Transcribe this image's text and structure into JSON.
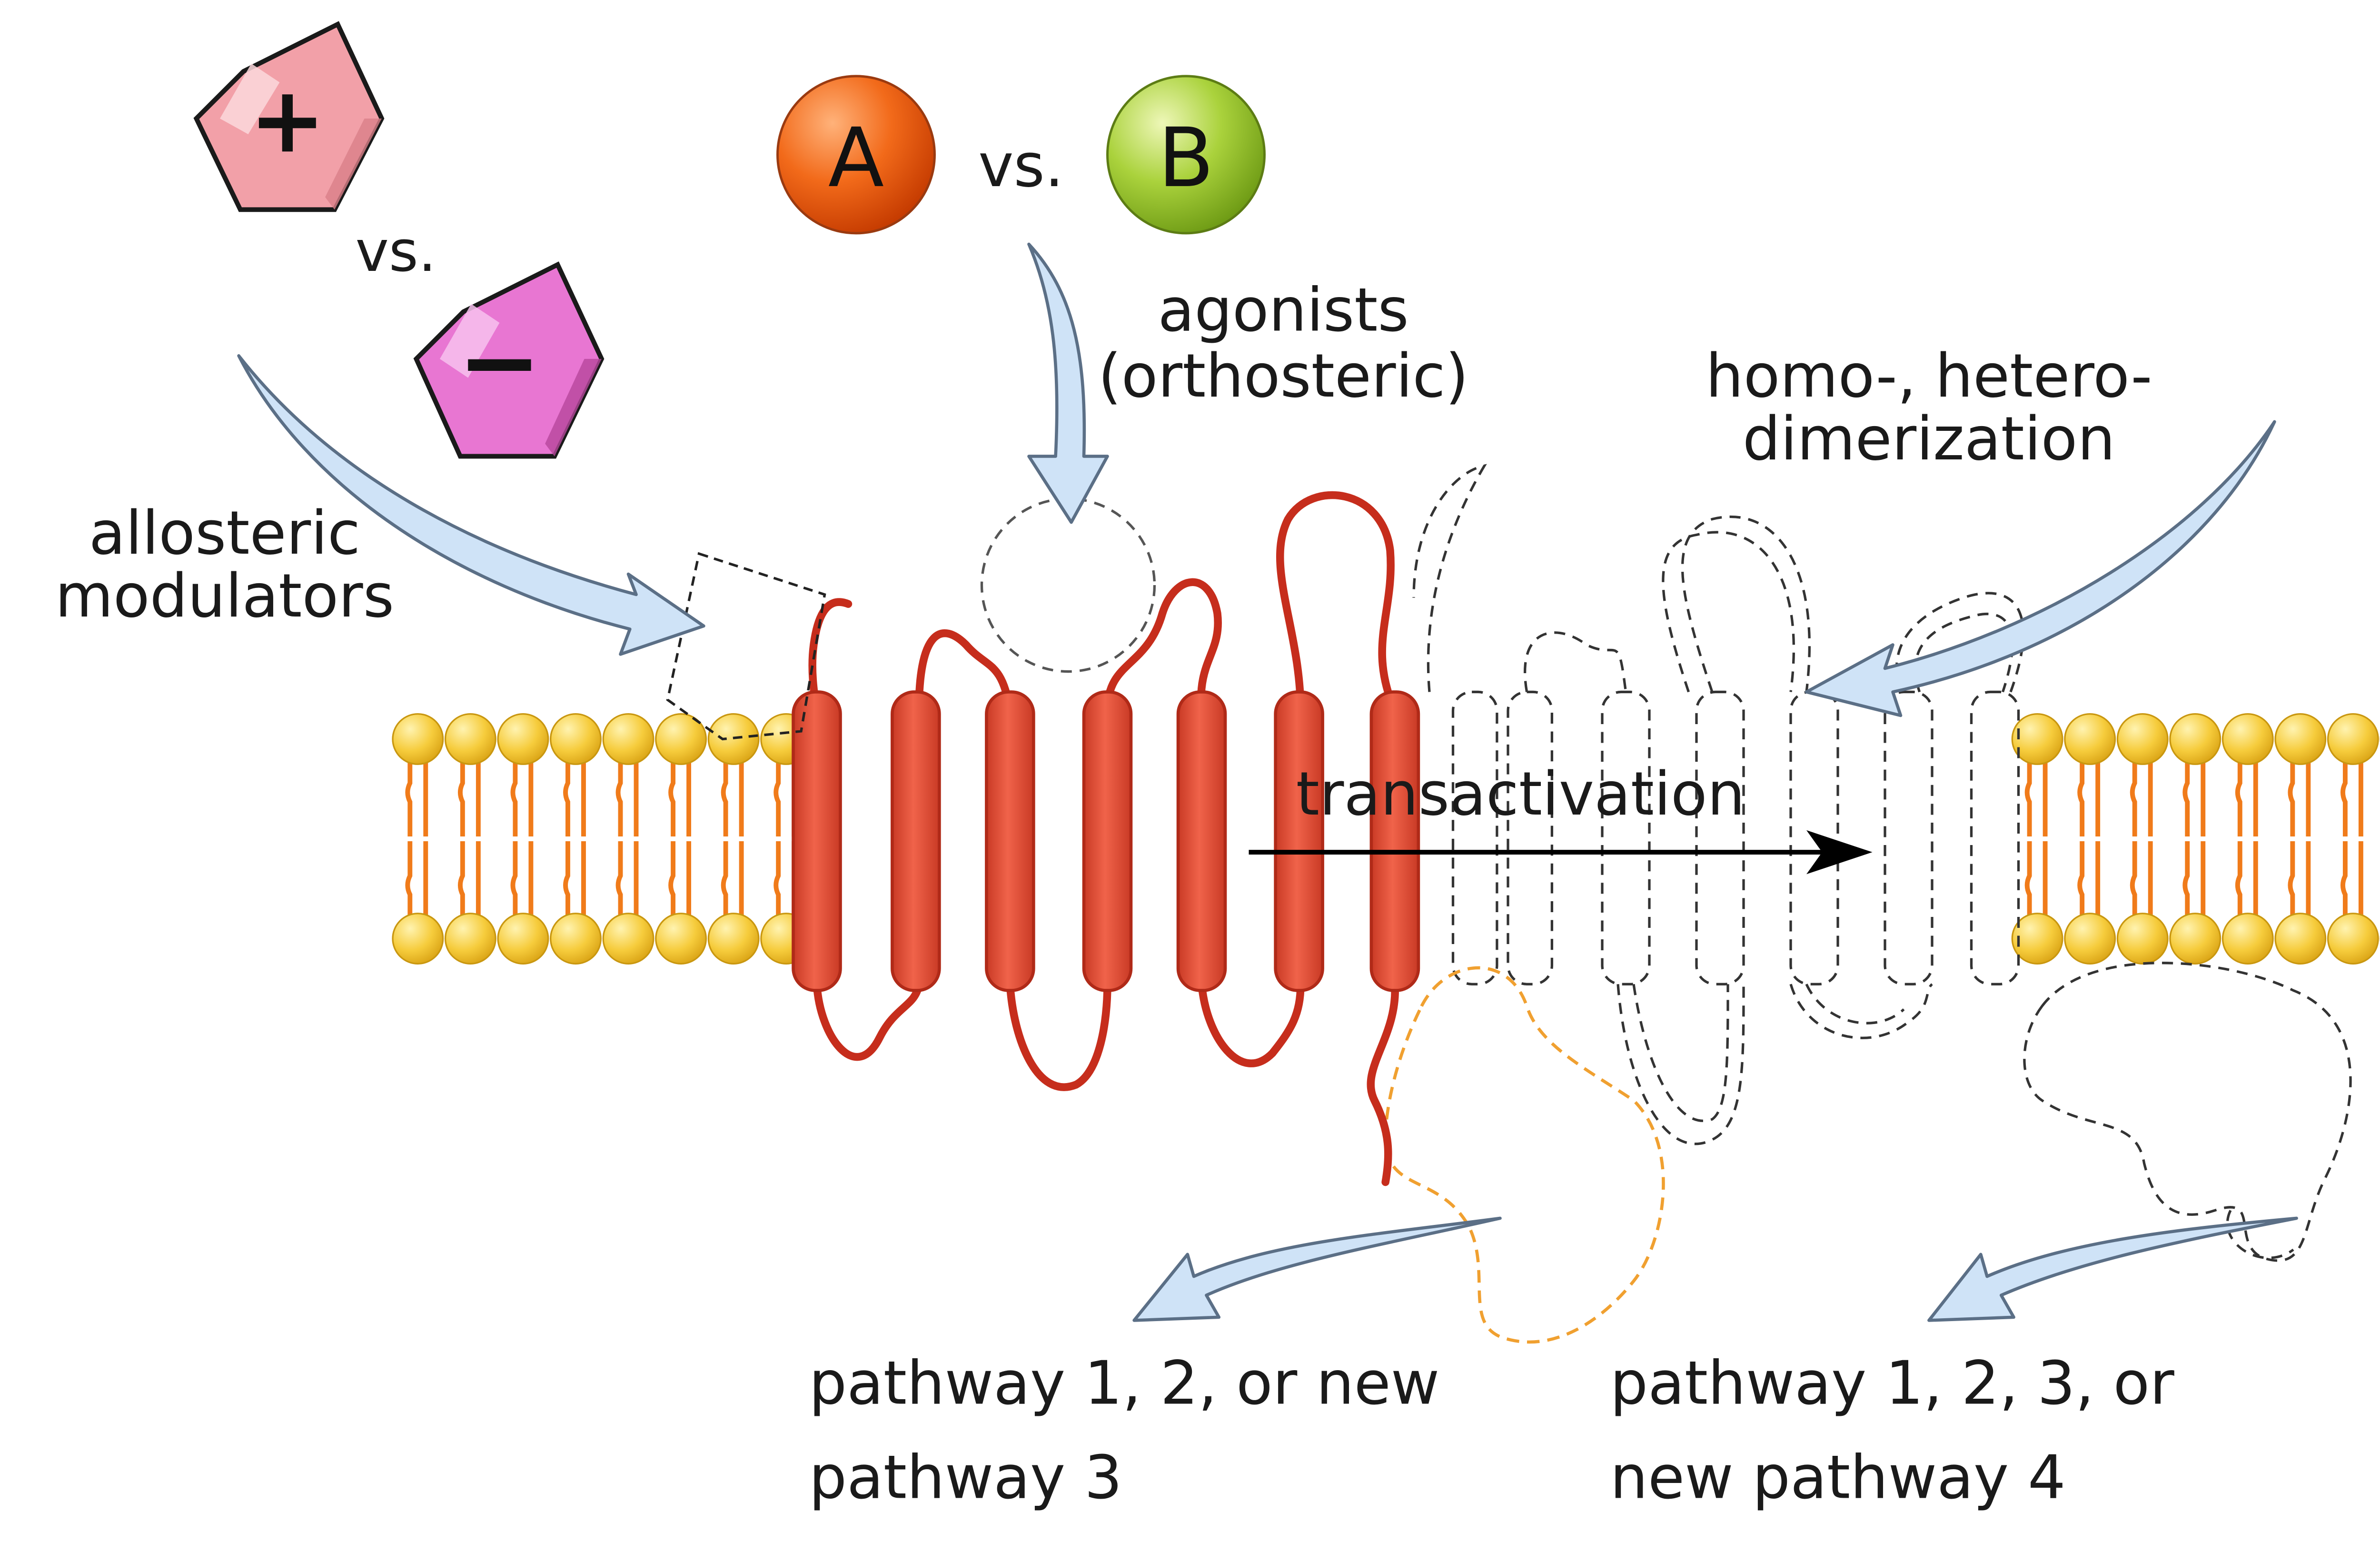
{
  "modulators": {
    "positive_symbol": "+",
    "negative_symbol": "−",
    "versus": "vs.",
    "label_line1": "allosteric",
    "label_line2": "modulators"
  },
  "agonists": {
    "a_symbol": "A",
    "b_symbol": "B",
    "versus": "vs.",
    "label_line1": "agonists",
    "label_line2": "(orthosteric)"
  },
  "dimerization": {
    "label_line1": "homo-, hetero-",
    "label_line2": "dimerization"
  },
  "transactivation": {
    "label": "transactivation"
  },
  "pathways": {
    "left_line1": "pathway 1, 2, or new",
    "left_line2": "pathway 3",
    "right_line1": "pathway 1, 2, 3, or",
    "right_line2": "new pathway 4"
  },
  "colors": {
    "receptor": "#e8533a",
    "receptor_dark": "#c62d1c",
    "arrow_fill": "#cfe3f7",
    "arrow_stroke": "#5b6f86",
    "lipid_head": "#f5c83a",
    "lipid_tail": "#f07b1a",
    "agonist_a": "#f06010",
    "agonist_b": "#a7cf3a",
    "modulator_pos": "#f2a0a8",
    "modulator_neg": "#e876d2",
    "g_protein_outline": "#f0a030"
  }
}
